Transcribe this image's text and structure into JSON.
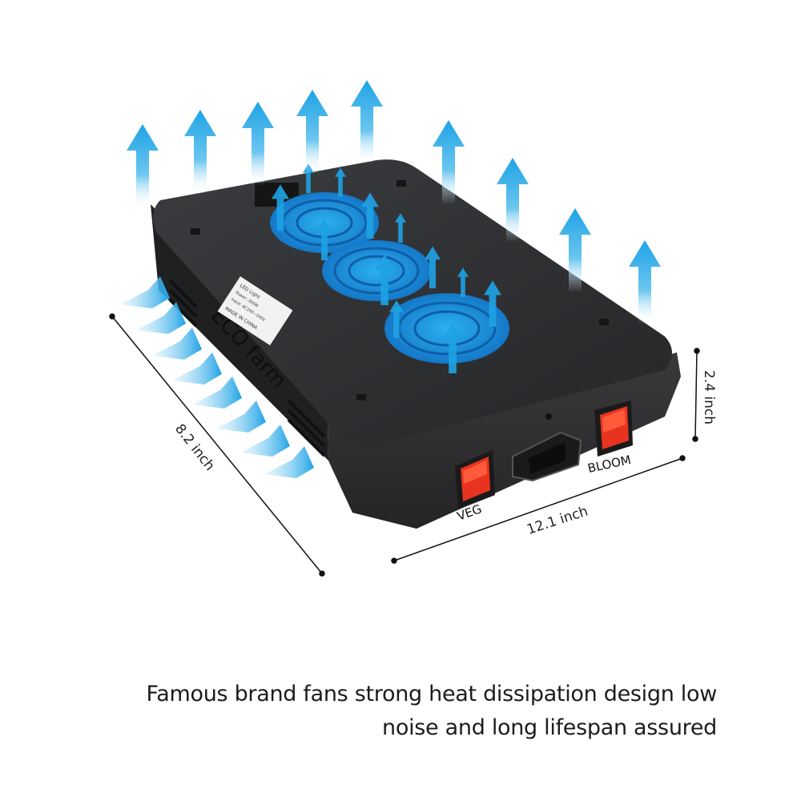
{
  "product": {
    "brand": "ECO farm",
    "switch_left_label": "VEG",
    "switch_right_label": "BLOOM",
    "sticker_text": [
      "LED Light",
      "Power: 300W",
      "Input: AC100~240V",
      "MADE IN CHINA"
    ]
  },
  "dimensions": {
    "depth": "8.2 inch",
    "width": "12.1 inch",
    "height": "2.4 inch"
  },
  "caption": {
    "line1": "Famous brand fans strong heat dissipation design low",
    "line2": "noise and long lifespan assured"
  },
  "colors": {
    "arrow_blue": "#1ea3e6",
    "body_black": "#2e2f31",
    "switch_red": "#e8341f"
  }
}
